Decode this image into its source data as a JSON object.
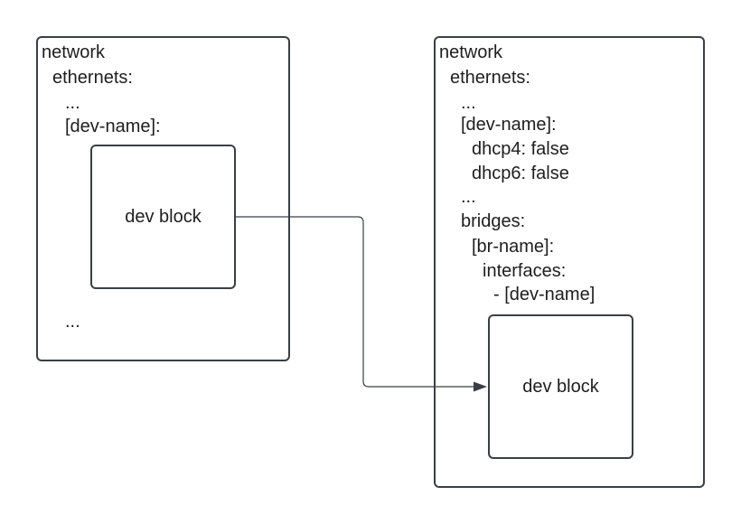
{
  "left_panel": {
    "lines": [
      "network",
      "ethernets:",
      "...",
      "[dev-name]:"
    ],
    "trailing": "...",
    "block_label": "dev block"
  },
  "right_panel": {
    "lines": [
      "network",
      "ethernets:",
      "...",
      "[dev-name]:",
      "dhcp4: false",
      "dhcp6: false",
      "...",
      "bridges:",
      "[br-name]:",
      "interfaces:",
      "- [dev-name]"
    ],
    "block_label": "dev block"
  }
}
